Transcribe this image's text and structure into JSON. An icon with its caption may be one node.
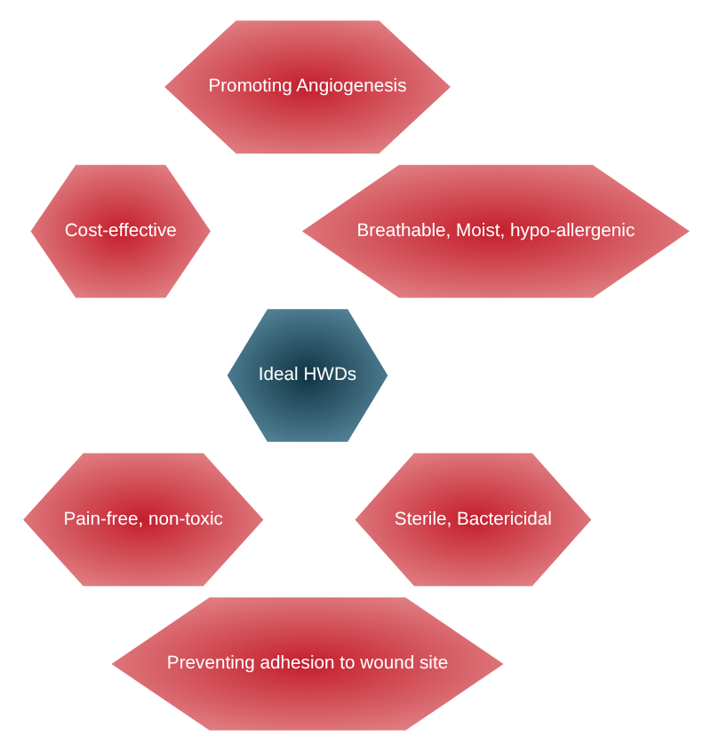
{
  "diagram": {
    "nodes": [
      {
        "text": [
          "Promoting Angiogenesis"
        ]
      },
      {
        "text": [
          "Cost-effective"
        ]
      },
      {
        "text": [
          "Breathable, Moist, hypo-allergenic"
        ]
      },
      {
        "text": [
          "Ideal HWDs"
        ]
      },
      {
        "text": [
          "Pain-free, non-toxic"
        ]
      },
      {
        "text": [
          "Sterile, Bactericidal"
        ]
      },
      {
        "text": [
          "Preventing adhesion to wound site"
        ]
      }
    ],
    "edges": []
  }
}
